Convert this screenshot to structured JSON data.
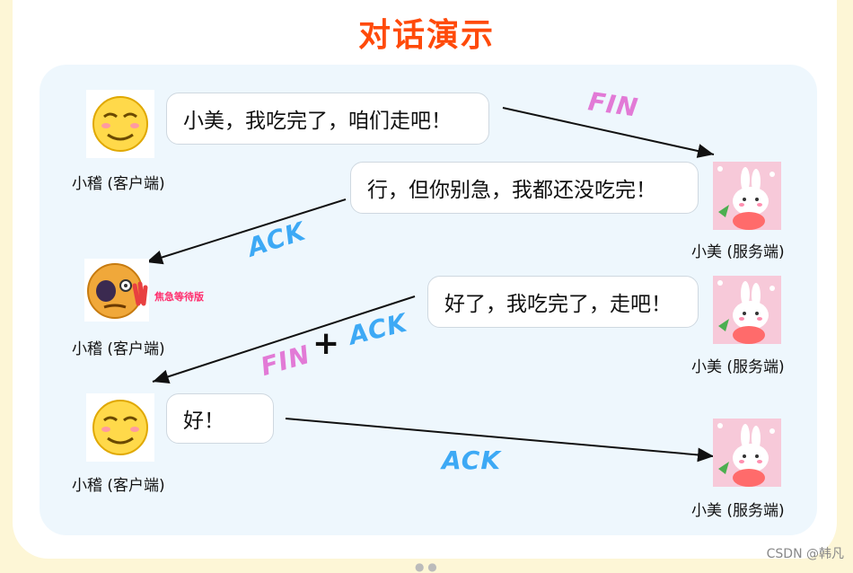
{
  "title": "对话演示",
  "client_label": "小稽 (客户端)",
  "server_label": "小美 (服务端)",
  "messages": {
    "m1": "小美，我吃完了，咱们走吧！",
    "m2": "行，但你别急，我都还没吃完！",
    "m3": "好了，我吃完了，走吧！",
    "m4": "好！"
  },
  "anxious_tag": "焦急等待版",
  "labels": {
    "fin1": "FIN",
    "ack1": "ACK",
    "fin2": "FIN",
    "plus": "+",
    "ack2": "ACK",
    "ack3": "ACK"
  },
  "footer": "CSDN @韩凡",
  "icons": {
    "client_face": "smirk-emoji-icon",
    "client_anxious": "anxious-emoji-icon",
    "server_face": "pink-bunny-icon"
  }
}
